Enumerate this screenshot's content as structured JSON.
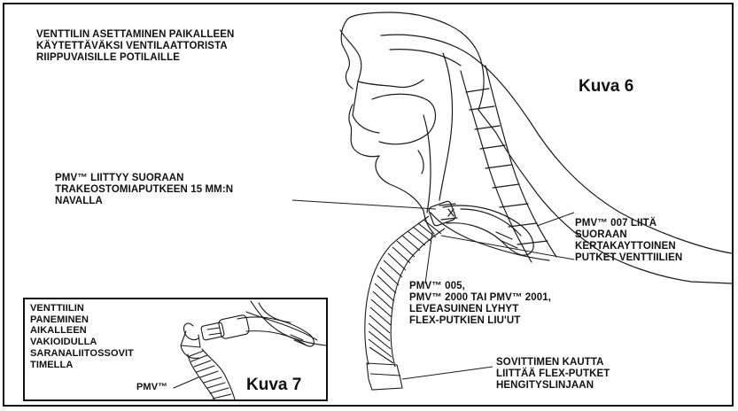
{
  "title": "VENTTILIN ASETTAMINEN PAIKALLEEN\nKÄYTETTÄVÄKSI VENTILAATTORISTA\nRIIPPUVAISILLE POTILAILLE",
  "figure_main": "Kuva 6",
  "figure_inset": "Kuva 7",
  "labels": {
    "connect_direct": "PMV™ LIITTYY SUORAAN\nTRAKEOSTOMIAPUTKEEN 15 MM:N\nNAVALLA",
    "pmv007": "PMV™ 007 LIITÄ\nSUORAAN\nKERTAKAYTTOINEN\nPUTKET VENTTIILIEN",
    "pmv005": "PMV™ 005,\nPMV™ 2000 TAI PMV™ 2001,\nLEVEASUINEN LYHYT\nFLEX-PUTKIEN LIU'UT",
    "adapter": "SOVITTIMEN KAUTTA\nLIITTÄÄ FLEX-PUTKET\nHENGITYSLINJAAN"
  },
  "inset": {
    "text": "VENTTIILIN\nPANEMINEN\nAIKALLEEN\nVAKIOIDULLA\nSARANALIITOSSOVIT\nTIMELLA",
    "pmv_label": "PMV™"
  }
}
